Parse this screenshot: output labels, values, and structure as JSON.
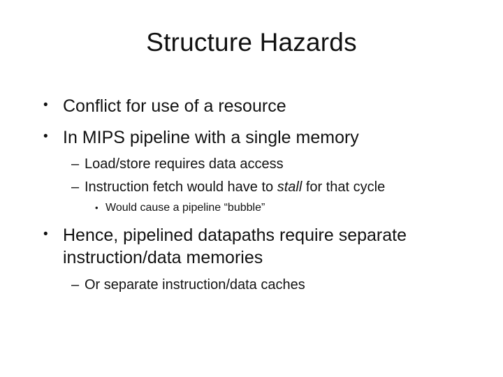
{
  "slide": {
    "title": "Structure Hazards",
    "background_color": "#ffffff",
    "text_color": "#111111",
    "bullets": [
      {
        "level": 1,
        "marker": "•",
        "text": "Conflict for use of a resource"
      },
      {
        "level": 1,
        "marker": "•",
        "text": "In MIPS pipeline with a single memory"
      },
      {
        "level": 2,
        "marker": "–",
        "text": "Load/store requires data access"
      },
      {
        "level": 2,
        "marker": "–",
        "text_before_italic": "Instruction fetch would have to ",
        "italic_text": "stall",
        "text_after_italic": " for that cycle"
      },
      {
        "level": 3,
        "marker": "•",
        "text": "Would cause a pipeline “bubble”"
      },
      {
        "level": 1,
        "marker": "•",
        "text": "Hence, pipelined datapaths require separate instruction/data memories"
      },
      {
        "level": 2,
        "marker": "–",
        "text": "Or separate instruction/data caches"
      }
    ]
  }
}
